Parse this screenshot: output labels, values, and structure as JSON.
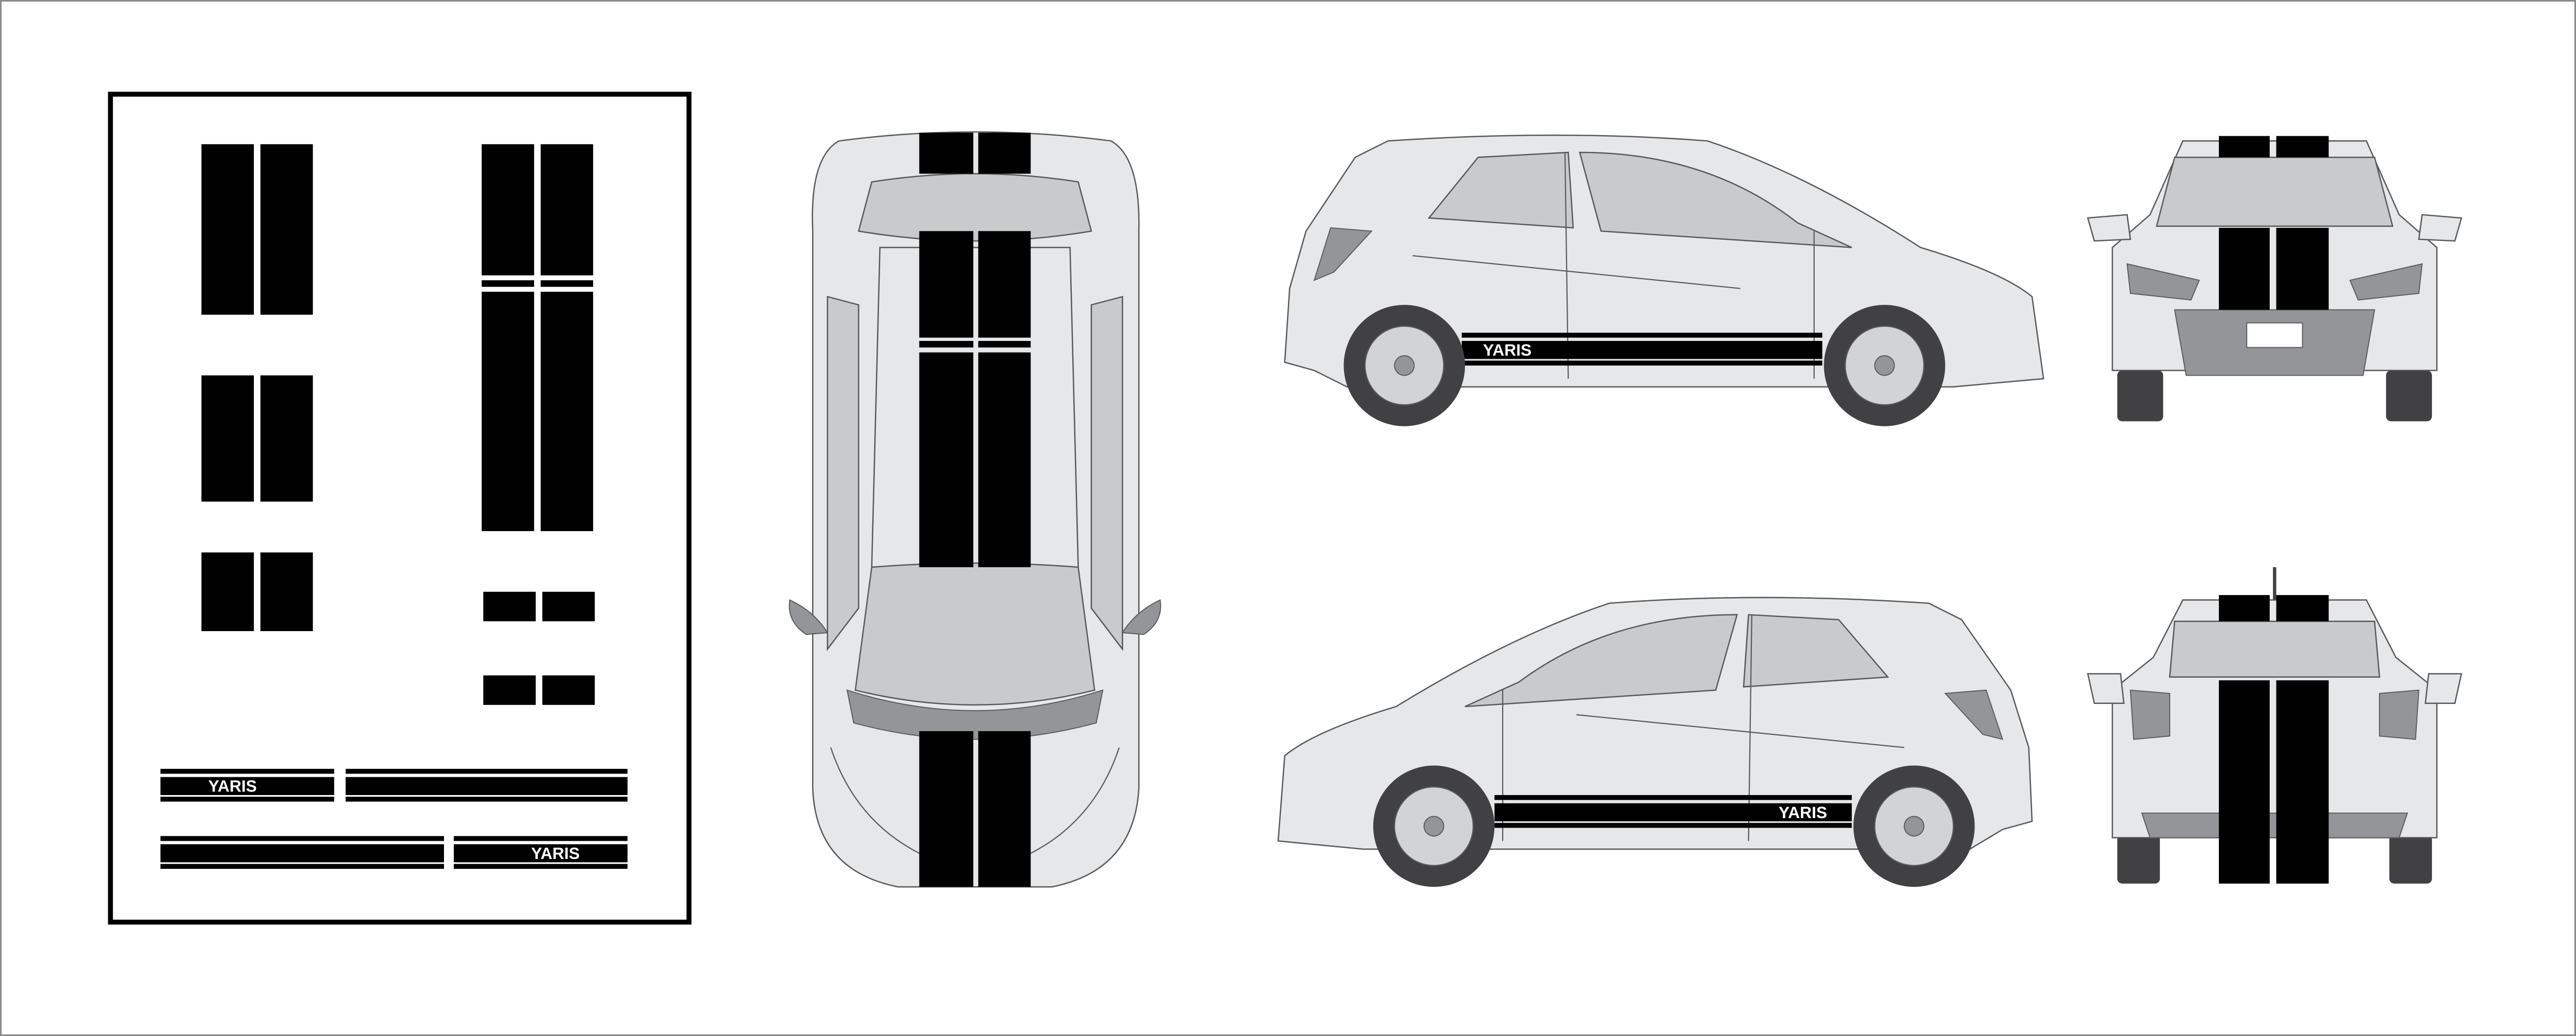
{
  "decal_sheet": {
    "side_stripe_labels": [
      "YARIS",
      "YARIS"
    ]
  },
  "views": {
    "side_right": {
      "stripe_label": "YARIS"
    },
    "side_left": {
      "stripe_label": "YARIS"
    }
  },
  "colors": {
    "stripe": "#000000",
    "car_body": "#e6e7e8",
    "glass": "#c9cacc",
    "tire": "#414042"
  }
}
